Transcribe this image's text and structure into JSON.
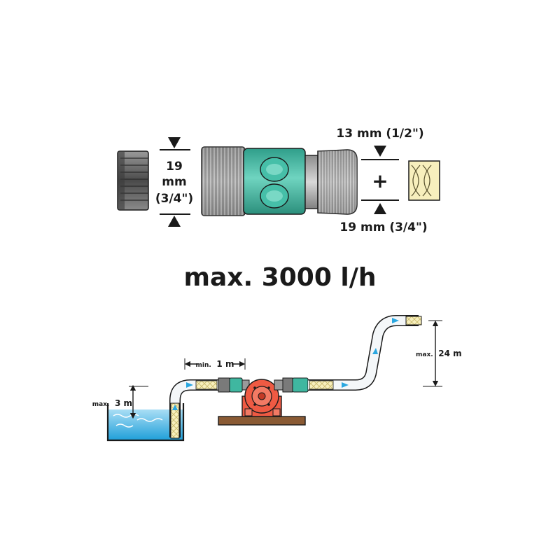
{
  "connector": {
    "thread_size_line1": "19",
    "thread_size_line2": "mm",
    "thread_size_line3": "(3/4\")",
    "hose_size_top": "13 mm (1/2\")",
    "hose_size_bottom": "19 mm (3/4\")",
    "plus_sign": "+"
  },
  "flow_rate": "max. 3000 l/h",
  "installation": {
    "suction_height_prefix": "max.",
    "suction_height_value": "3 m",
    "distance_prefix": "min.",
    "distance_value": "1 m",
    "delivery_height_prefix": "max.",
    "delivery_height_value": "24 m"
  },
  "colors": {
    "connector_green": "#3fb7a0",
    "pump_red": "#ef5a43",
    "water_blue": "#1f9fd9",
    "hose_yellow": "#f7efbd",
    "board_brown": "#8a5a34",
    "flow_arrow": "#2aa7e0"
  }
}
